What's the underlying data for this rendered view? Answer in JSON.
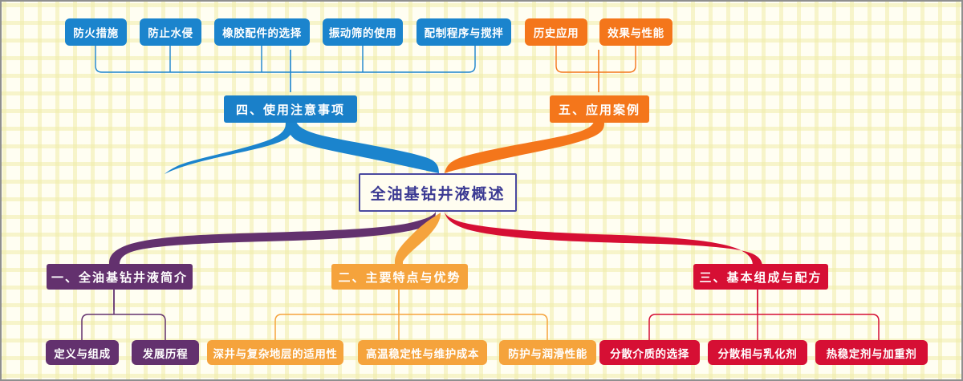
{
  "diagram": {
    "type": "mind-map",
    "title": "全油基钻井液概述",
    "root": {
      "label": "全油基钻井液概述",
      "text_color": "#3b3a93",
      "border_color": "#4a49a0",
      "fill_color": "#fffdf0"
    },
    "branches": [
      {
        "id": "branch-4",
        "label": "四、使用注意事项",
        "color": "#1b84cd",
        "side": "top-left",
        "children": [
          {
            "label": "防火措施"
          },
          {
            "label": "防止水侵"
          },
          {
            "label": "橡胶配件的选择"
          },
          {
            "label": "振动筛的使用"
          },
          {
            "label": "配制程序与搅拌"
          }
        ]
      },
      {
        "id": "branch-5",
        "label": "五、应用案例",
        "color": "#f4761b",
        "side": "top-right",
        "children": [
          {
            "label": "历史应用"
          },
          {
            "label": "效果与性能"
          }
        ]
      },
      {
        "id": "branch-1",
        "label": "一、全油基钻井液简介",
        "color": "#63316e",
        "side": "bottom-left",
        "children": [
          {
            "label": "定义与组成"
          },
          {
            "label": "发展历程"
          }
        ]
      },
      {
        "id": "branch-2",
        "label": "二、主要特点与优势",
        "color": "#f5a33c",
        "side": "bottom-center",
        "children": [
          {
            "label": "深井与复杂地层的适用性"
          },
          {
            "label": "高温稳定性与维护成本"
          },
          {
            "label": "防护与润滑性能"
          }
        ]
      },
      {
        "id": "branch-3",
        "label": "三、基本组成与配方",
        "color": "#d60f34",
        "side": "bottom-right",
        "children": [
          {
            "label": "分散介质的选择"
          },
          {
            "label": "分散相与乳化剂"
          },
          {
            "label": "热稳定剂与加重剂"
          }
        ]
      }
    ]
  },
  "canvas": {
    "background_color": "#fffef2",
    "grid_color": "#f0eca9",
    "frame_color": "#8f8f8f"
  }
}
